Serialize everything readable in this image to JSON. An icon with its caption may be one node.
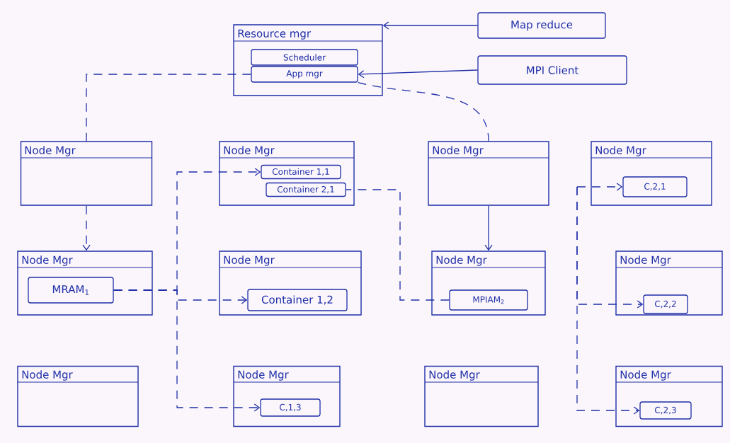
{
  "diagram": {
    "nodes": [
      {
        "text": [
          "Resource mgr"
        ]
      },
      {
        "text": [
          "Scheduler"
        ],
        "in": 0
      },
      {
        "text": [
          "App mgr"
        ],
        "in": 0
      },
      {
        "text": [
          "Map reduce"
        ]
      },
      {
        "text": [
          "MPI Client"
        ]
      },
      {
        "text": [
          "Node Mgr"
        ]
      },
      {
        "text": [
          "Node Mgr"
        ]
      },
      {
        "text": [
          "Container 1,1"
        ],
        "in": 6
      },
      {
        "text": [
          "Container 2,1"
        ],
        "in": 6
      },
      {
        "text": [
          "Node Mgr"
        ]
      },
      {
        "text": [
          "Node Mgr"
        ]
      },
      {
        "text": [
          "C,2,1"
        ],
        "in": 10
      },
      {
        "text": [
          "Node Mgr"
        ]
      },
      {
        "text": [
          "MRAM$_{1}$"
        ],
        "in": 12
      },
      {
        "text": [
          "Node Mgr"
        ]
      },
      {
        "text": [
          "Container 1,2"
        ],
        "in": 14
      },
      {
        "text": [
          "Node Mgr"
        ]
      },
      {
        "text": [
          "MPIAM$_{2}$"
        ],
        "in": 16
      },
      {
        "text": [
          "Node Mgr"
        ]
      },
      {
        "text": [
          "C,2,2"
        ],
        "in": 18
      },
      {
        "text": [
          "Node Mgr"
        ]
      },
      {
        "text": [
          "Node Mgr"
        ]
      },
      {
        "text": [
          "C,1,3"
        ],
        "in": 21
      },
      {
        "text": [
          "Node Mgr"
        ]
      },
      {
        "text": [
          "Node Mgr"
        ]
      },
      {
        "text": [
          "C,2,3"
        ],
        "in": 24
      }
    ],
    "edges": [
      {
        "from": 3,
        "to": 0,
        "arrow": "to"
      },
      {
        "from": 4,
        "to": 2,
        "arrow": "to"
      },
      {
        "from": 2,
        "to": 5,
        "arrow": "none",
        "style": "dashed"
      },
      {
        "from": 5,
        "to": 12,
        "arrow": "to",
        "style": "dashed"
      },
      {
        "from": 2,
        "to": 9,
        "arrow": "none",
        "style": "dashed"
      },
      {
        "from": 9,
        "to": 16,
        "arrow": "to"
      },
      {
        "from": 13,
        "to": 7,
        "arrow": "to",
        "style": "dashed"
      },
      {
        "from": 13,
        "to": 15,
        "arrow": "to",
        "style": "dashed"
      },
      {
        "from": 13,
        "to": 22,
        "arrow": "to",
        "style": "dashed"
      },
      {
        "from": 17,
        "to": 8,
        "arrow": "none",
        "style": "dashed"
      },
      {
        "from": null,
        "to": 11,
        "arrow": "to",
        "style": "dashed"
      },
      {
        "from": null,
        "to": 19,
        "arrow": "to",
        "style": "dashed"
      },
      {
        "from": null,
        "to": 25,
        "arrow": "to",
        "style": "dashed"
      }
    ]
  }
}
